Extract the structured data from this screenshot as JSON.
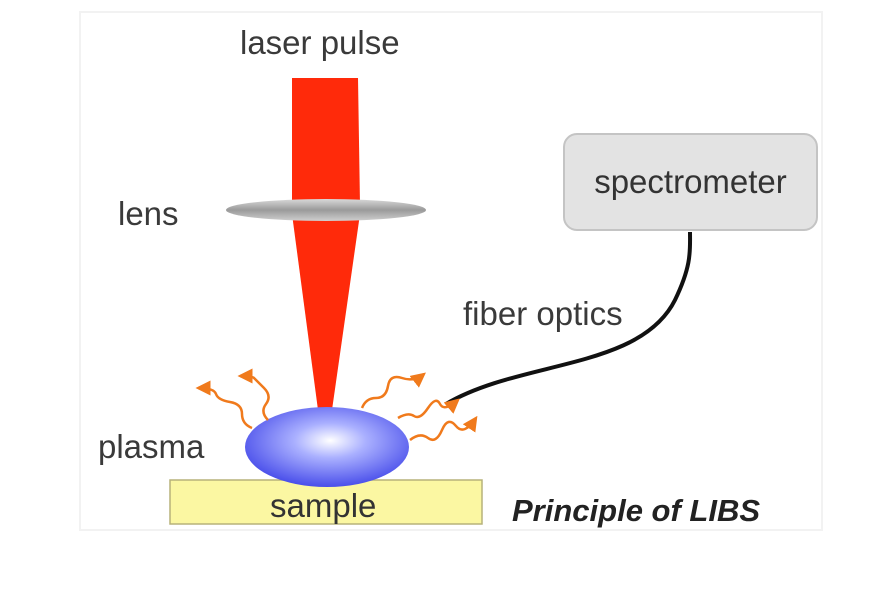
{
  "labels": {
    "laser": "laser pulse",
    "lens": "lens",
    "spectrometer": "spectrometer",
    "fiber": "fiber optics",
    "plasma": "plasma",
    "sample": "sample",
    "title": "Principle of LIBS"
  },
  "colors": {
    "laser": "#ff2a0a",
    "plasma": "#3f44e8",
    "sample": "#fbf7a2",
    "emission": "#f07a1c",
    "fiber": "#111111",
    "spectrometer_fill": "#e3e3e3"
  }
}
